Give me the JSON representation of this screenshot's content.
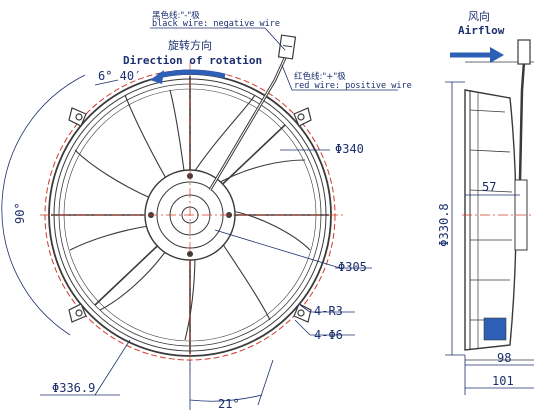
{
  "labels": {
    "black_wire_cn": "黑色线:\"-\"极",
    "black_wire_en": "black wire: negative wire",
    "rotation_cn": "旋转方向",
    "rotation_en": "Direction of rotation",
    "red_wire_cn": "红色线:\"+\"极",
    "red_wire_en": "red wire: positive wire",
    "airflow_cn": "风向",
    "airflow_en": "Airflow"
  },
  "dimensions": {
    "angle_small": "6° 40′",
    "angle_90": "90°",
    "angle_21": "21°",
    "dia_340": "Φ340",
    "dia_305": "Φ305",
    "dia_336": "Φ336.9",
    "dia_330": "Φ330.8",
    "r3": "4-R3",
    "holes": "4-Φ6",
    "depth_57": "57",
    "depth_98": "98",
    "depth_101": "101"
  },
  "colors": {
    "line": "#1c2f6e",
    "red_dash": "#d23a2a",
    "arrow_blue": "#2c5fb5",
    "drawing": "#3a3a3a"
  }
}
